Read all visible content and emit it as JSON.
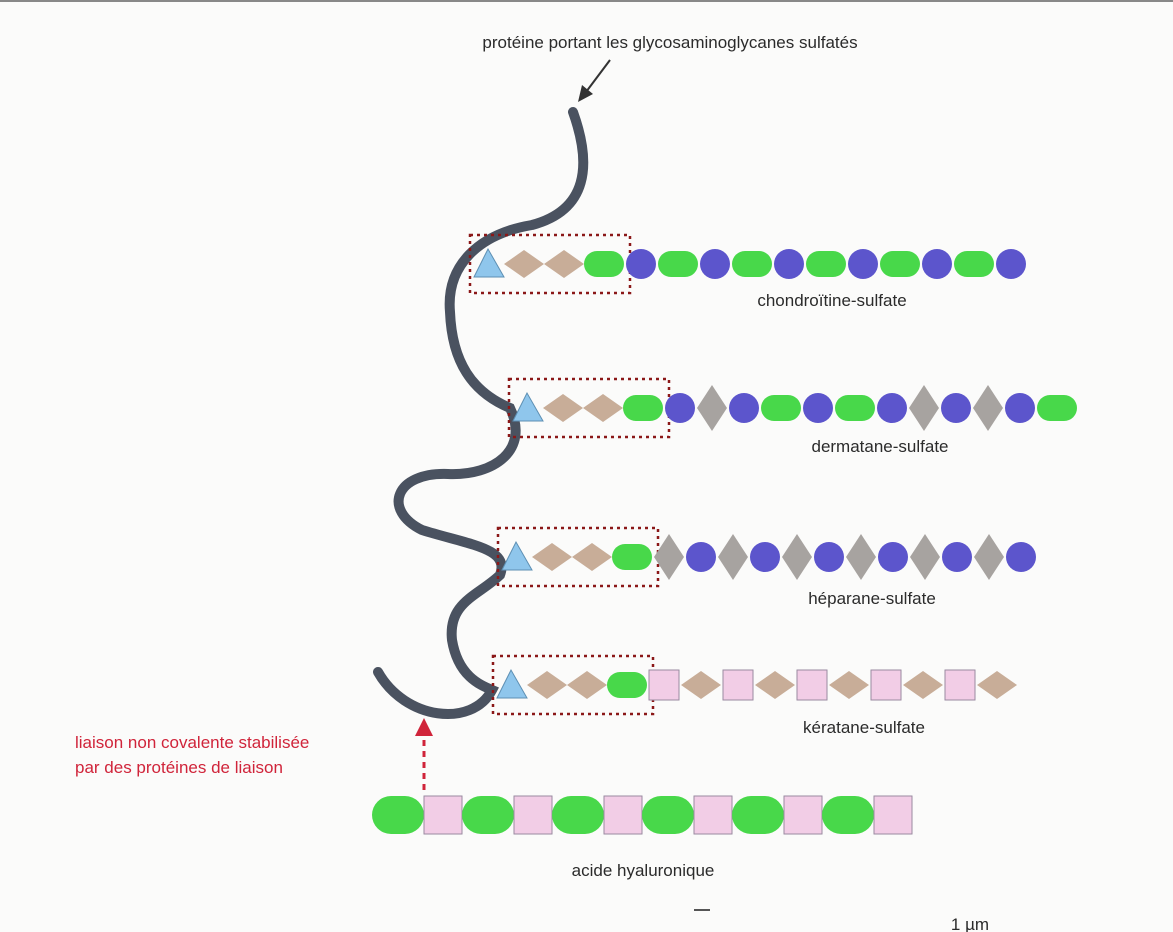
{
  "diagram": {
    "protein_label": "protéine portant les glycosaminoglycanes sulfatés",
    "bond_label_line1": "liaison non covalente stabilisée",
    "bond_label_line2": "par des protéines de liaison",
    "hyaluronic_label": "acide hyaluronique",
    "scale_label": "1 µm",
    "colors": {
      "protein": "#4a5260",
      "xylose_triangle": "#8fc6ec",
      "galactose_diamond": "#c8ad98",
      "glucuronic_green": "#48d84a",
      "galnac_blue": "#5c55cc",
      "iduronic_grey": "#a7a3a0",
      "galactose_pink": "#f2cde6",
      "dotted_box": "#8b1818",
      "bond_arrow": "#d0243a"
    },
    "chains": [
      {
        "name": "chondroïtine-sulfate",
        "repeat": [
          "blue-circle",
          "green-oval",
          "blue-circle",
          "green-oval",
          "blue-circle",
          "green-oval",
          "blue-circle",
          "green-oval",
          "blue-circle",
          "green-oval",
          "blue-circle"
        ]
      },
      {
        "name": "dermatane-sulfate",
        "repeat": [
          "blue-circle",
          "grey-diamond",
          "blue-circle",
          "green-oval",
          "blue-circle",
          "green-oval",
          "blue-circle",
          "grey-diamond",
          "blue-circle",
          "grey-diamond",
          "blue-circle",
          "green-oval"
        ]
      },
      {
        "name": "héparane-sulfate",
        "repeat": [
          "grey-diamond",
          "blue-circle",
          "grey-diamond",
          "blue-circle",
          "grey-diamond",
          "blue-circle",
          "grey-diamond",
          "blue-circle",
          "grey-diamond",
          "blue-circle",
          "grey-diamond",
          "blue-circle"
        ]
      },
      {
        "name": "kératane-sulfate",
        "repeat": [
          "pink-square",
          "tan-diamond",
          "pink-square",
          "tan-diamond",
          "pink-square",
          "tan-diamond",
          "pink-square",
          "tan-diamond",
          "pink-square",
          "tan-diamond"
        ]
      }
    ],
    "hyaluronic_units": [
      "green-oval",
      "pink-square",
      "green-oval",
      "pink-square",
      "green-oval",
      "pink-square",
      "green-oval",
      "pink-square",
      "green-oval",
      "pink-square",
      "green-oval",
      "pink-square"
    ]
  }
}
